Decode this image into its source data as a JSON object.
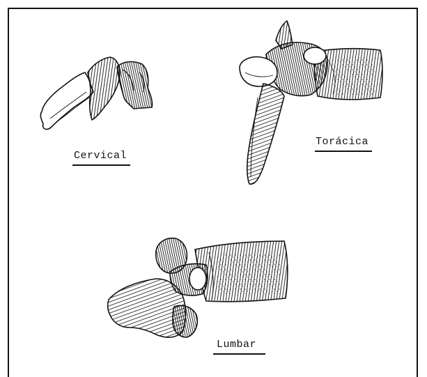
{
  "figure": {
    "labels": {
      "cervical": "Cervical",
      "thoracic": "Torácica",
      "lumbar": "Lumbar"
    },
    "ink_color": "#111111",
    "paper_color": "#ffffff"
  }
}
